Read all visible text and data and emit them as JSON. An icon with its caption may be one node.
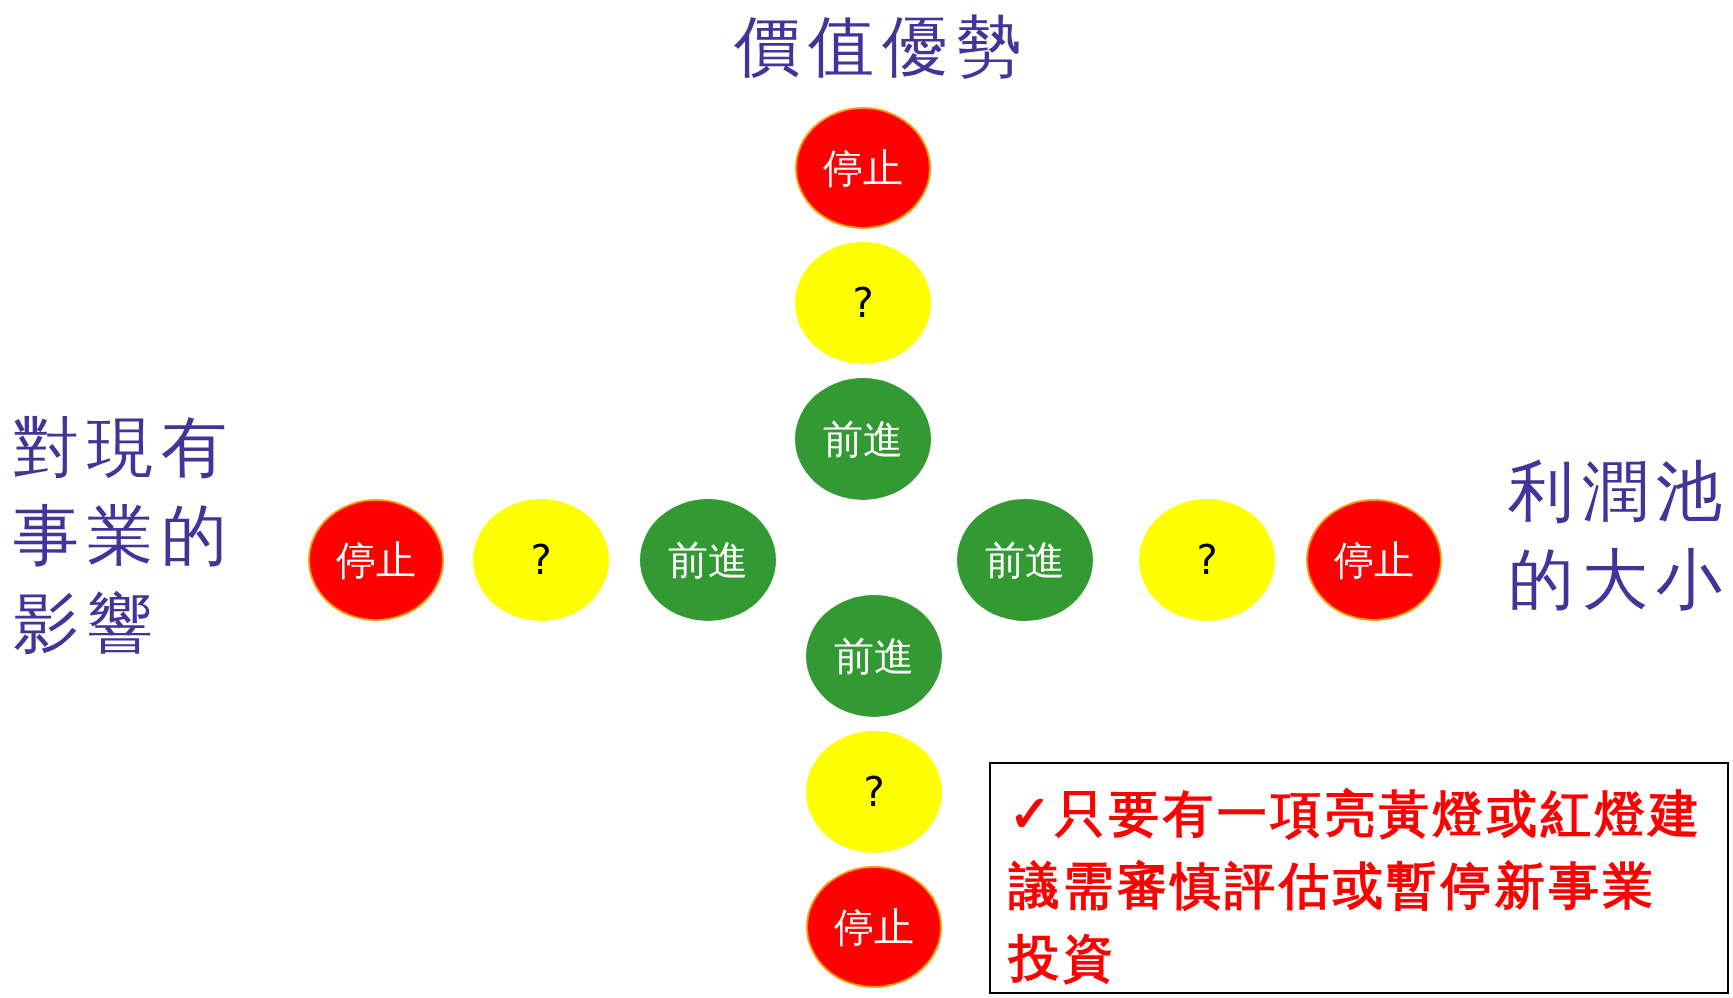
{
  "diagram": {
    "title": "價值優勢",
    "nodes": [
      {
        "text": [
          "停止"
        ]
      },
      {
        "text": [
          "?"
        ]
      },
      {
        "text": [
          "前進"
        ]
      },
      {
        "text": [
          "停止"
        ]
      },
      {
        "text": [
          "?"
        ]
      },
      {
        "text": [
          "前進"
        ]
      },
      {
        "text": [
          "前進"
        ]
      },
      {
        "text": [
          "?"
        ]
      },
      {
        "text": [
          "停止"
        ]
      },
      {
        "text": [
          "前進"
        ]
      },
      {
        "text": [
          "?"
        ]
      },
      {
        "text": [
          "停止"
        ]
      },
      {
        "text": [
          "✓只要有一項亮黃燈或紅燈建議需審慎評估或暫停新事業投資"
        ]
      }
    ],
    "labels": [
      "對現有事業的影響",
      "利潤池的大小"
    ]
  }
}
